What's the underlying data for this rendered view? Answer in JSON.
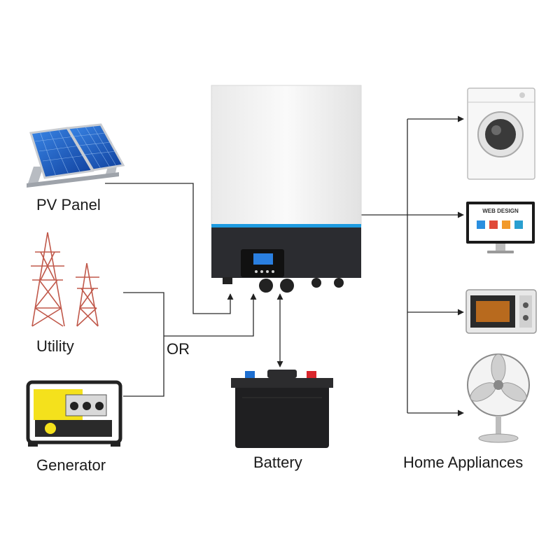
{
  "labels": {
    "pv_panel": "PV Panel",
    "utility": "Utility",
    "or": "OR",
    "generator": "Generator",
    "battery": "Battery",
    "home_appliances": "Home Appliances"
  },
  "screen_text": {
    "web_design": "WEB DESIGN"
  },
  "colors": {
    "line": "#2a2a2a",
    "inverter_body": "#f4f4f4",
    "inverter_panel": "#2b2c30",
    "accent_led": "#1e9be0",
    "solar_cell": "#1b5fc4",
    "generator_yellow": "#f4e11c",
    "battery_red": "#d9262c",
    "battery_blue": "#1e6fd0"
  },
  "icons": [
    "solar-panel-icon",
    "utility-tower-icon",
    "generator-icon",
    "battery-icon",
    "inverter-icon",
    "washing-machine-icon",
    "monitor-icon",
    "microwave-icon",
    "electric-fan-icon"
  ]
}
